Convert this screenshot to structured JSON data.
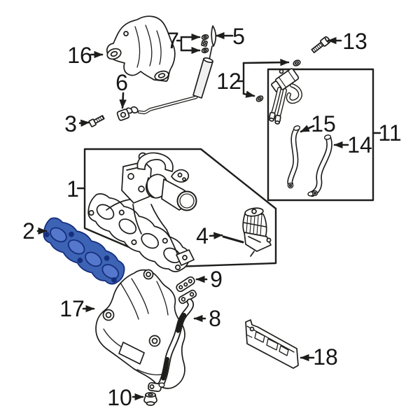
{
  "diagram": {
    "background_color": "#ffffff",
    "line_color": "#1d1d1b",
    "highlight": {
      "fill": "#3d63b5",
      "port_fill": "#5578cc",
      "stroke": "#162f7c",
      "selected_callout": "2"
    },
    "callouts": [
      {
        "number": "1"
      },
      {
        "number": "2"
      },
      {
        "number": "3"
      },
      {
        "number": "4"
      },
      {
        "number": "5"
      },
      {
        "number": "6"
      },
      {
        "number": "7"
      },
      {
        "number": "8"
      },
      {
        "number": "9"
      },
      {
        "number": "10"
      },
      {
        "number": "11"
      },
      {
        "number": "12"
      },
      {
        "number": "13"
      },
      {
        "number": "14"
      },
      {
        "number": "15"
      },
      {
        "number": "16"
      },
      {
        "number": "17"
      },
      {
        "number": "18"
      }
    ]
  }
}
